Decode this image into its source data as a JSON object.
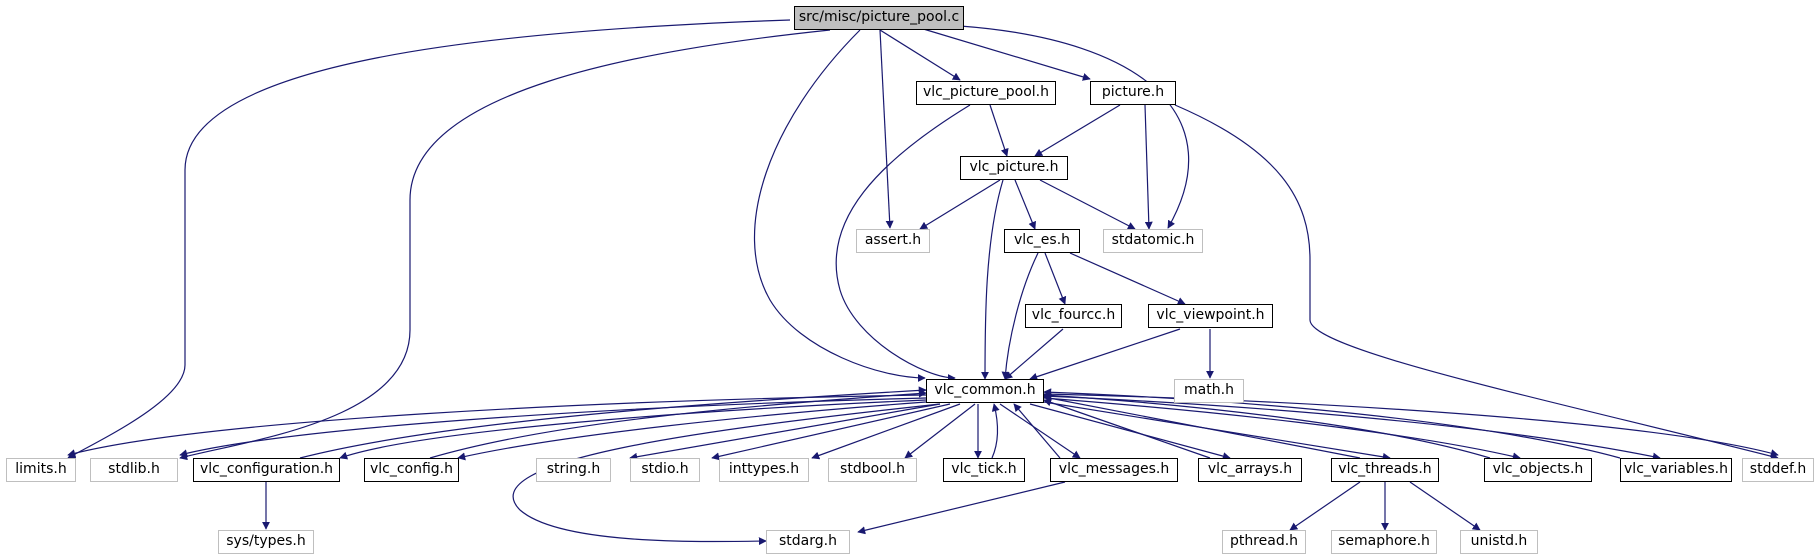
{
  "diagram": {
    "title_file": "src/misc/picture_pool.c",
    "colors": {
      "edge": "#191970",
      "root_fill": "#bfbfbf",
      "node_border": "#000000",
      "external_border": "#bfbfbf"
    },
    "nodes": {
      "picture_pool_c": "src/misc/picture_pool.c",
      "vlc_picture_pool_h": "vlc_picture_pool.h",
      "picture_h": "picture.h",
      "vlc_picture_h": "vlc_picture.h",
      "assert_h": "assert.h",
      "stdatomic_h": "stdatomic.h",
      "vlc_es_h": "vlc_es.h",
      "vlc_fourcc_h": "vlc_fourcc.h",
      "vlc_viewpoint_h": "vlc_viewpoint.h",
      "math_h": "math.h",
      "vlc_common_h": "vlc_common.h",
      "limits_h": "limits.h",
      "stdlib_h": "stdlib.h",
      "vlc_configuration_h": "vlc_configuration.h",
      "vlc_config_h": "vlc_config.h",
      "string_h": "string.h",
      "stdio_h": "stdio.h",
      "inttypes_h": "inttypes.h",
      "stdbool_h": "stdbool.h",
      "vlc_tick_h": "vlc_tick.h",
      "vlc_messages_h": "vlc_messages.h",
      "vlc_arrays_h": "vlc_arrays.h",
      "vlc_threads_h": "vlc_threads.h",
      "vlc_objects_h": "vlc_objects.h",
      "vlc_variables_h": "vlc_variables.h",
      "stddef_h": "stddef.h",
      "sys_types_h": "sys/types.h",
      "stdarg_h": "stdarg.h",
      "pthread_h": "pthread.h",
      "semaphore_h": "semaphore.h",
      "unistd_h": "unistd.h"
    }
  }
}
